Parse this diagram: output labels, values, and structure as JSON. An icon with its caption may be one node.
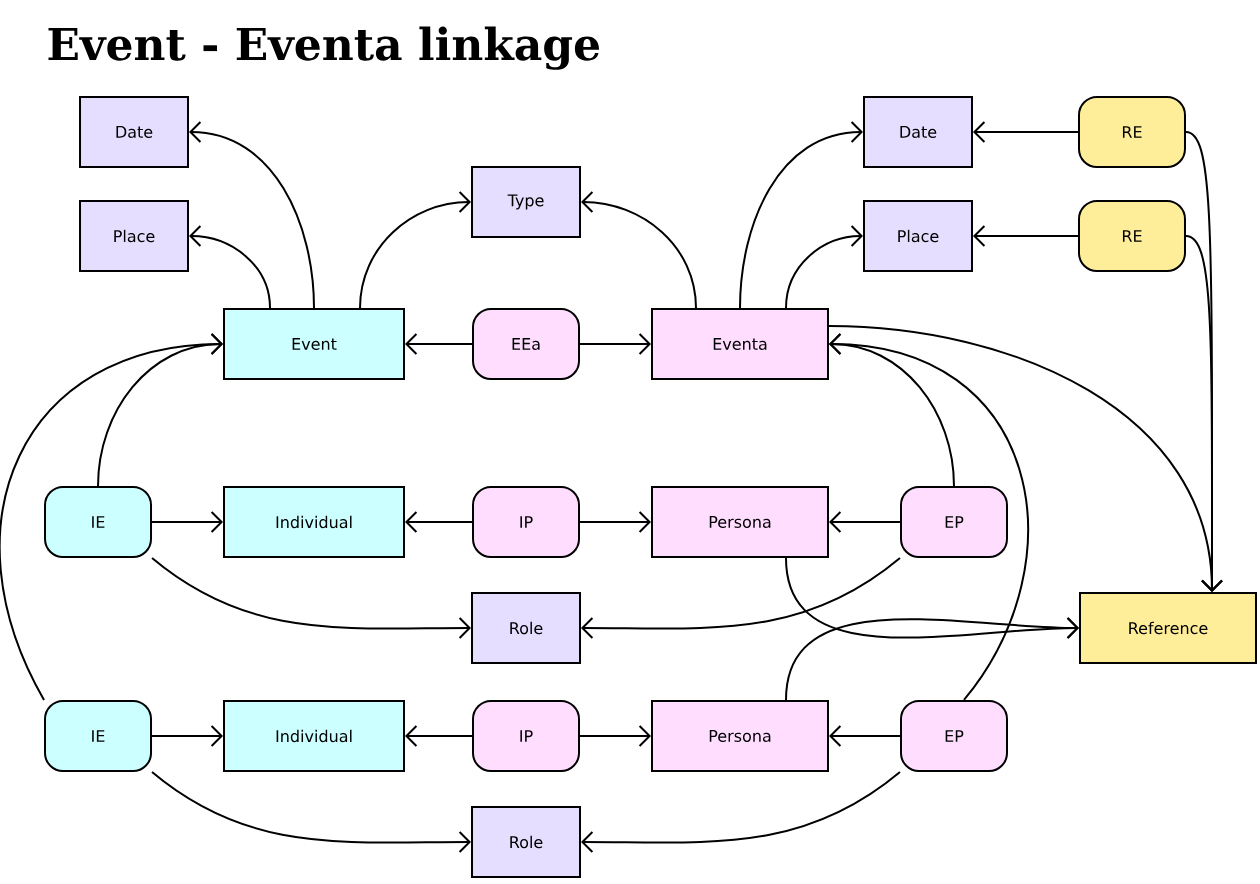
{
  "diagram": {
    "title": "Event - Eventa linkage",
    "nodes": [
      {
        "text": [
          "Date"
        ]
      },
      {
        "text": [
          "Place"
        ]
      },
      {
        "text": [
          "Type"
        ]
      },
      {
        "text": [
          "Date"
        ]
      },
      {
        "text": [
          "RE"
        ]
      },
      {
        "text": [
          "Place"
        ]
      },
      {
        "text": [
          "RE"
        ]
      },
      {
        "text": [
          "Event"
        ]
      },
      {
        "text": [
          "EEa"
        ]
      },
      {
        "text": [
          "Eventa"
        ]
      },
      {
        "text": [
          "IE"
        ]
      },
      {
        "text": [
          "Individual"
        ]
      },
      {
        "text": [
          "IP"
        ]
      },
      {
        "text": [
          "Persona"
        ]
      },
      {
        "text": [
          "EP"
        ]
      },
      {
        "text": [
          "Role"
        ]
      },
      {
        "text": [
          "Reference"
        ]
      },
      {
        "text": [
          "IE"
        ]
      },
      {
        "text": [
          "Individual"
        ]
      },
      {
        "text": [
          "IP"
        ]
      },
      {
        "text": [
          "Persona"
        ]
      },
      {
        "text": [
          "EP"
        ]
      },
      {
        "text": [
          "Role"
        ]
      }
    ],
    "edges": [
      {
        "from": 7,
        "to": 0,
        "arrow": "to"
      },
      {
        "from": 7,
        "to": 1,
        "arrow": "to"
      },
      {
        "from": 7,
        "to": 2,
        "arrow": "to"
      },
      {
        "from": 8,
        "to": 7,
        "arrow": "to"
      },
      {
        "from": 8,
        "to": 9,
        "arrow": "to"
      },
      {
        "from": 9,
        "to": 2,
        "arrow": "to"
      },
      {
        "from": 9,
        "to": 3,
        "arrow": "to"
      },
      {
        "from": 9,
        "to": 5,
        "arrow": "to"
      },
      {
        "from": 4,
        "to": 3,
        "arrow": "to"
      },
      {
        "from": 6,
        "to": 5,
        "arrow": "to"
      },
      {
        "from": 4,
        "to": 16,
        "arrow": "to"
      },
      {
        "from": 6,
        "to": 16,
        "arrow": "to"
      },
      {
        "from": 9,
        "to": 16,
        "arrow": "to"
      },
      {
        "from": 10,
        "to": 7,
        "arrow": "to"
      },
      {
        "from": 10,
        "to": 11,
        "arrow": "to"
      },
      {
        "from": 10,
        "to": 15,
        "arrow": "to"
      },
      {
        "from": 12,
        "to": 11,
        "arrow": "to"
      },
      {
        "from": 12,
        "to": 13,
        "arrow": "to"
      },
      {
        "from": 14,
        "to": 13,
        "arrow": "to"
      },
      {
        "from": 14,
        "to": 9,
        "arrow": "to"
      },
      {
        "from": 14,
        "to": 15,
        "arrow": "to"
      },
      {
        "from": 13,
        "to": 16,
        "arrow": "to"
      },
      {
        "from": 17,
        "to": 7,
        "arrow": "to"
      },
      {
        "from": 17,
        "to": 18,
        "arrow": "to"
      },
      {
        "from": 17,
        "to": 22,
        "arrow": "to"
      },
      {
        "from": 19,
        "to": 18,
        "arrow": "to"
      },
      {
        "from": 19,
        "to": 20,
        "arrow": "to"
      },
      {
        "from": 21,
        "to": 20,
        "arrow": "to"
      },
      {
        "from": 21,
        "to": 9,
        "arrow": "to"
      },
      {
        "from": 21,
        "to": 22,
        "arrow": "to"
      },
      {
        "from": 20,
        "to": 16,
        "arrow": "to"
      }
    ]
  }
}
